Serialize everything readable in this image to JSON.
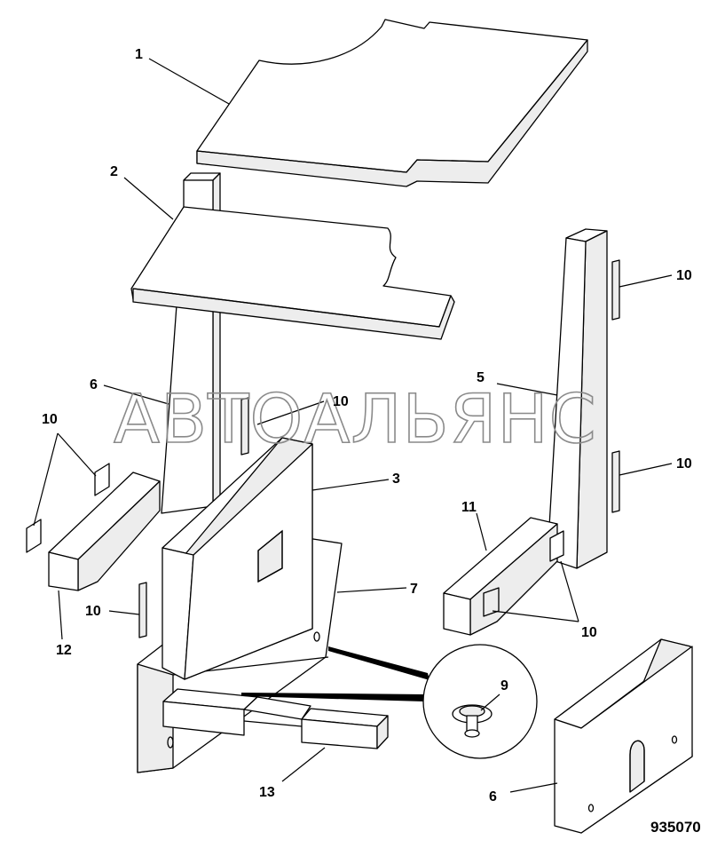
{
  "watermark": "АВТОАЛЬЯНС",
  "drawing_number": "935070",
  "callouts": {
    "c1": "1",
    "c2": "2",
    "c3": "3",
    "c5": "5",
    "c6a": "6",
    "c6b": "6",
    "c7": "7",
    "c9": "9",
    "c10a": "10",
    "c10b": "10",
    "c10c": "10",
    "c10d": "10",
    "c10e": "10",
    "c10f": "10",
    "c11": "11",
    "c12": "12",
    "c13": "13"
  }
}
